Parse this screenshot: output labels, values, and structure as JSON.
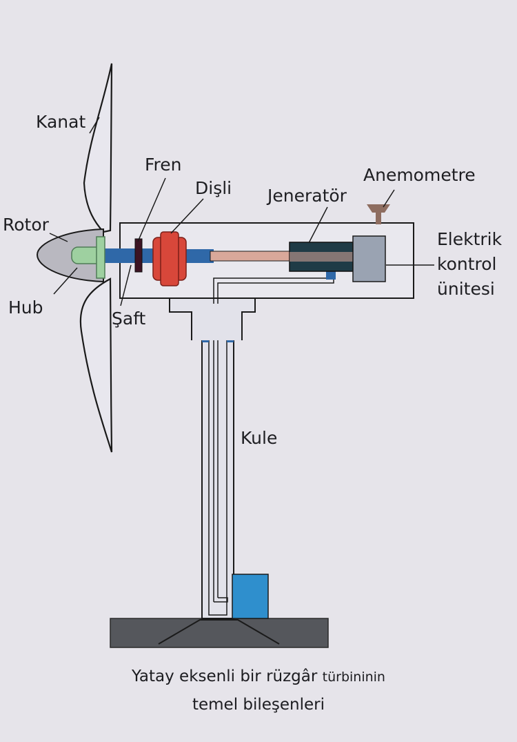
{
  "labels": {
    "kanat": "Kanat",
    "fren": "Fren",
    "disli": "Dişli",
    "anemometre": "Anemometre",
    "jenerator": "Jeneratör",
    "rotor": "Rotor",
    "elektrik_line1": "Elektrik",
    "elektrik_line2": "kontrol",
    "elektrik_line3": "ünitesi",
    "hub": "Hub",
    "saft": "Şaft",
    "kule": "Kule"
  },
  "caption": {
    "line1_main": "Yatay eksenli bir rüzgâr",
    "line1_small": "türbininin",
    "line2": "temel bileşenleri"
  },
  "colors": {
    "background": "#e6e4ea",
    "outline": "#1a1a1a",
    "shaft_blue": "#2f68a8",
    "hub_green": "#9ed0a0",
    "brake": "#3c1424",
    "gear_red": "#d8473a",
    "generator": "#1f3b46",
    "low_speed_shaft": "#d9a89a",
    "control_unit": "#9aa3b2",
    "base_block": "#2f8fcd",
    "ground": "#55575c"
  }
}
